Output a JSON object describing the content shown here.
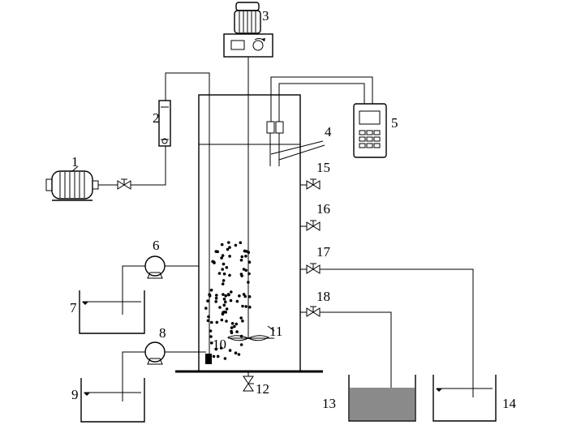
{
  "labels": {
    "l1": "1",
    "l2": "2",
    "l3": "3",
    "l4": "4",
    "l5": "5",
    "l6": "6",
    "l7": "7",
    "l8": "8",
    "l9": "9",
    "l10": "10",
    "l11": "11",
    "l12": "12",
    "l13": "13",
    "l14": "14",
    "l15": "15",
    "l16": "16",
    "l17": "17",
    "l18": "18"
  },
  "colors": {
    "line": "#000000",
    "collected_liquid": "#8a8a8a",
    "background": "#ffffff"
  }
}
